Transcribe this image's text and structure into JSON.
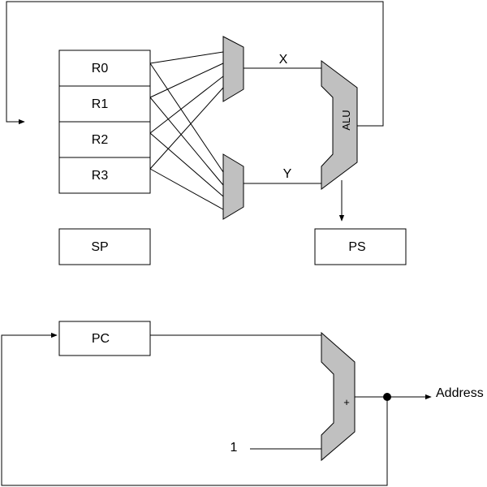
{
  "registers": {
    "r0": "R0",
    "r1": "R1",
    "r2": "R2",
    "r3": "R3"
  },
  "sp": "SP",
  "ps": "PS",
  "pc": "PC",
  "alu": "ALU",
  "bus_x": "X",
  "bus_y": "Y",
  "adder_symbol": "+",
  "constant_one": "1",
  "address_output": "Address",
  "colors": {
    "unit_fill": "#c0c0c0",
    "line": "#000000",
    "background": "#ffffff"
  }
}
